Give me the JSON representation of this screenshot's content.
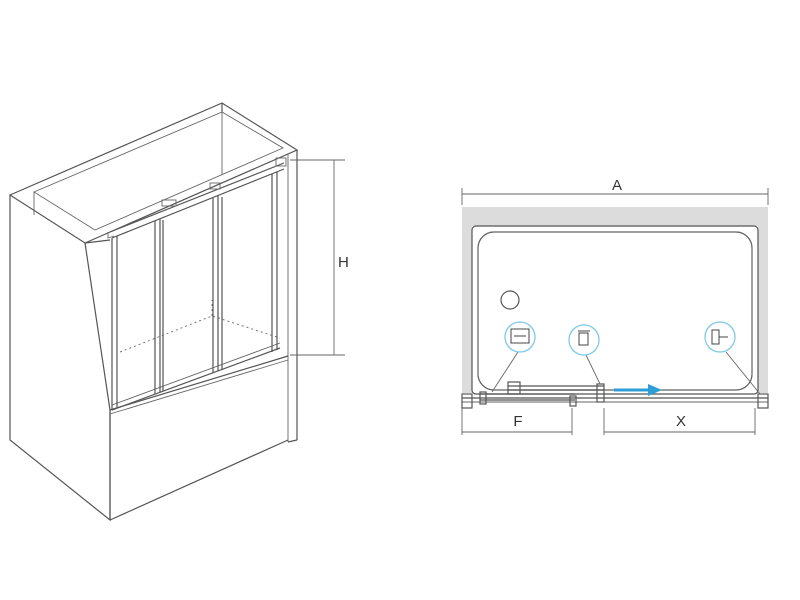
{
  "labels": {
    "height": "H",
    "width": "A",
    "fixed_panel": "F",
    "opening": "X"
  },
  "icons": [
    {
      "name": "panel-profile-icon"
    },
    {
      "name": "roller-carriage-icon"
    },
    {
      "name": "wall-profile-icon"
    }
  ],
  "colors": {
    "line": "#555555",
    "wall_fill": "#dcdcdc",
    "accent_arrow": "#2e9fd6",
    "icon_ring": "#7fc8e8"
  }
}
